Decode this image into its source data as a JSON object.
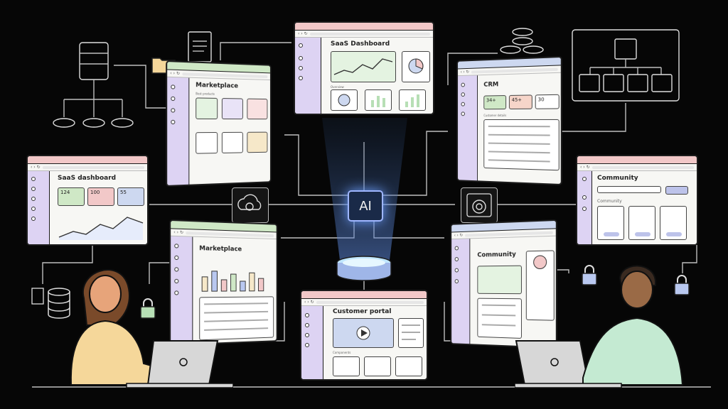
{
  "ai_label": "AI",
  "windows": {
    "saas_top": {
      "title": "SaaS Dashboard",
      "section": "Overview"
    },
    "marketplace_top": {
      "title": "Marketplace",
      "section": "Best products"
    },
    "crm": {
      "title": "CRM",
      "stats": [
        "34+",
        "45+",
        "30"
      ],
      "section": "Customer details"
    },
    "saas_left": {
      "title": "SaaS dashboard",
      "stats": [
        "124",
        "100",
        "55"
      ]
    },
    "community_right": {
      "title": "Community",
      "section": "Community"
    },
    "marketplace_bottom": {
      "title": "Marketplace"
    },
    "community_bottom": {
      "title": "Community"
    },
    "customer_portal": {
      "title": "Customer portal",
      "section": "Components"
    }
  },
  "colors": {
    "ai_glow": "#6ea0ff",
    "sidebar": "#ddd3f3",
    "stat_green": "#cfe8c6",
    "stat_red": "#f2c8c8",
    "stat_blue": "#cdd8f0",
    "wire": "#bdbdbd"
  },
  "icons": [
    "database-icon",
    "folder-icon",
    "document-icon",
    "server-stack-icon",
    "hierarchy-icon",
    "cloud-gear-icon",
    "shield-gear-icon",
    "lock-icon",
    "play-icon"
  ]
}
